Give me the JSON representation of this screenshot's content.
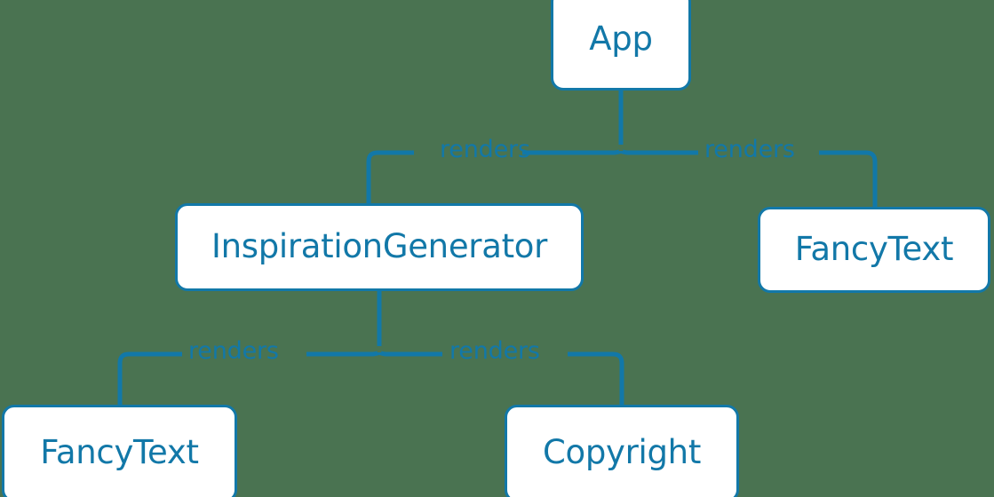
{
  "diagram": {
    "type": "component-tree",
    "background_color": "#4a7351",
    "accent_color": "#1278a8",
    "node_fill_color": "#ffffff",
    "nodes": [
      {
        "id": "app",
        "label": "App"
      },
      {
        "id": "inspiration",
        "label": "InspirationGenerator"
      },
      {
        "id": "fancytext_right",
        "label": "FancyText"
      },
      {
        "id": "fancytext_left",
        "label": "FancyText"
      },
      {
        "id": "copyright",
        "label": "Copyright"
      }
    ],
    "edges": [
      {
        "from": "app",
        "to": "inspiration",
        "label": "renders"
      },
      {
        "from": "app",
        "to": "fancytext_right",
        "label": "renders"
      },
      {
        "from": "inspiration",
        "to": "fancytext_left",
        "label": "renders"
      },
      {
        "from": "inspiration",
        "to": "copyright",
        "label": "renders"
      }
    ]
  }
}
